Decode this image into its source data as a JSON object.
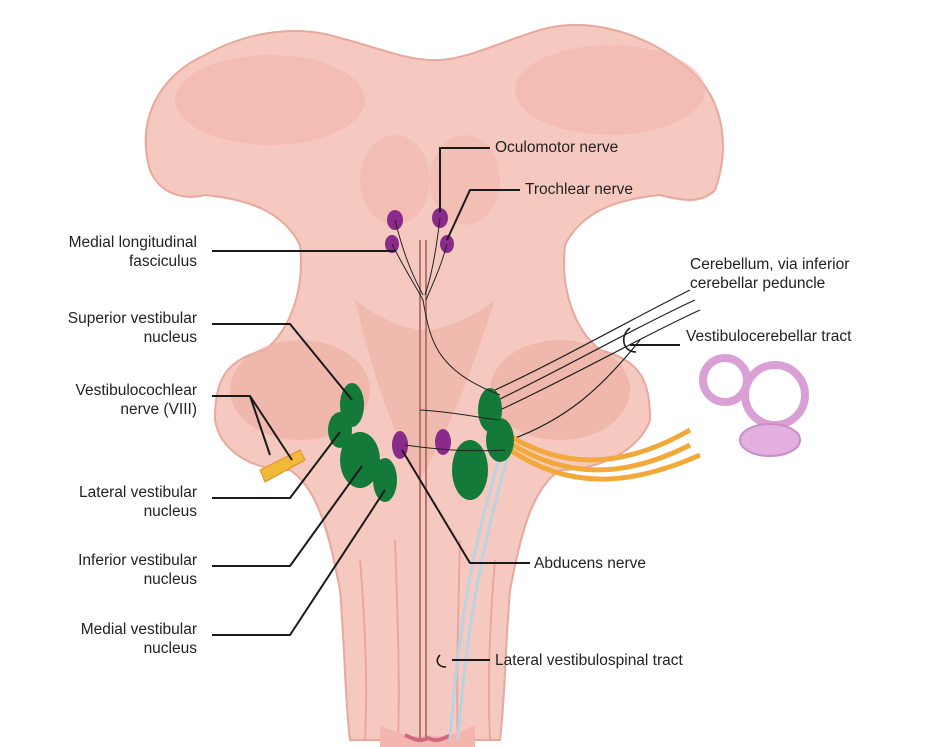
{
  "labels": {
    "oculomotor": "Oculomotor nerve",
    "trochlear": "Trochlear nerve",
    "mlf": [
      "Medial longitudinal",
      "fasciculus"
    ],
    "superior": [
      "Superior vestibular",
      "nucleus"
    ],
    "vestibulocochlear": [
      "Vestibulocochlear",
      "nerve (VIII)"
    ],
    "lateral": [
      "Lateral vestibular",
      "nucleus"
    ],
    "inferior": [
      "Inferior vestibular",
      "nucleus"
    ],
    "medial": [
      "Medial vestibular",
      "nucleus"
    ],
    "cerebellum": [
      "Cerebellum, via inferior",
      "cerebellar peduncle"
    ],
    "vestibulocerebellar": "Vestibulocerebellar tract",
    "abducens": "Abducens nerve",
    "lateral_spinal": "Lateral vestibulospinal tract"
  },
  "colors": {
    "brainstem": "#f6c9c0",
    "brainstem_shade": "#e9a79b",
    "vestibular_nuclei": "#137a3a",
    "cranial_nerve_nuclei": "#8a2a8a",
    "vestibular_nerve": "#f2a93a",
    "inner_ear": "#d9a0d6",
    "spinal_tract": "#b9d3e3",
    "leader_line": "#1a1a1a"
  }
}
